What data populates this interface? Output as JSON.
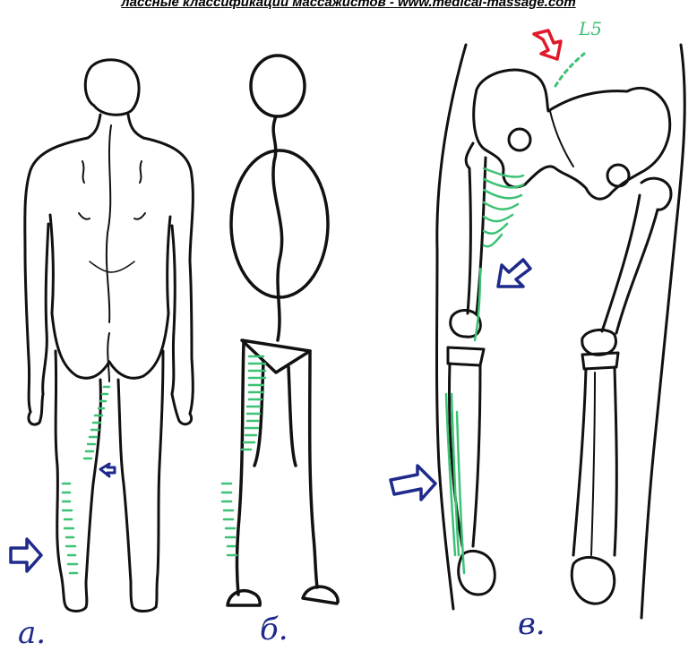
{
  "header": {
    "text": "лассные классификации массажистов - www.medical-massage.com"
  },
  "labels": {
    "a": "а.",
    "b": "б.",
    "v": "в.",
    "l5": "L5"
  },
  "colors": {
    "ink": "#111111",
    "green": "#3cc274",
    "blue": "#1e2a8c",
    "red": "#e0192a"
  },
  "icons": {
    "blue_arrow": "arrow-right-outline",
    "red_arrow": "arrow-down-outline"
  }
}
